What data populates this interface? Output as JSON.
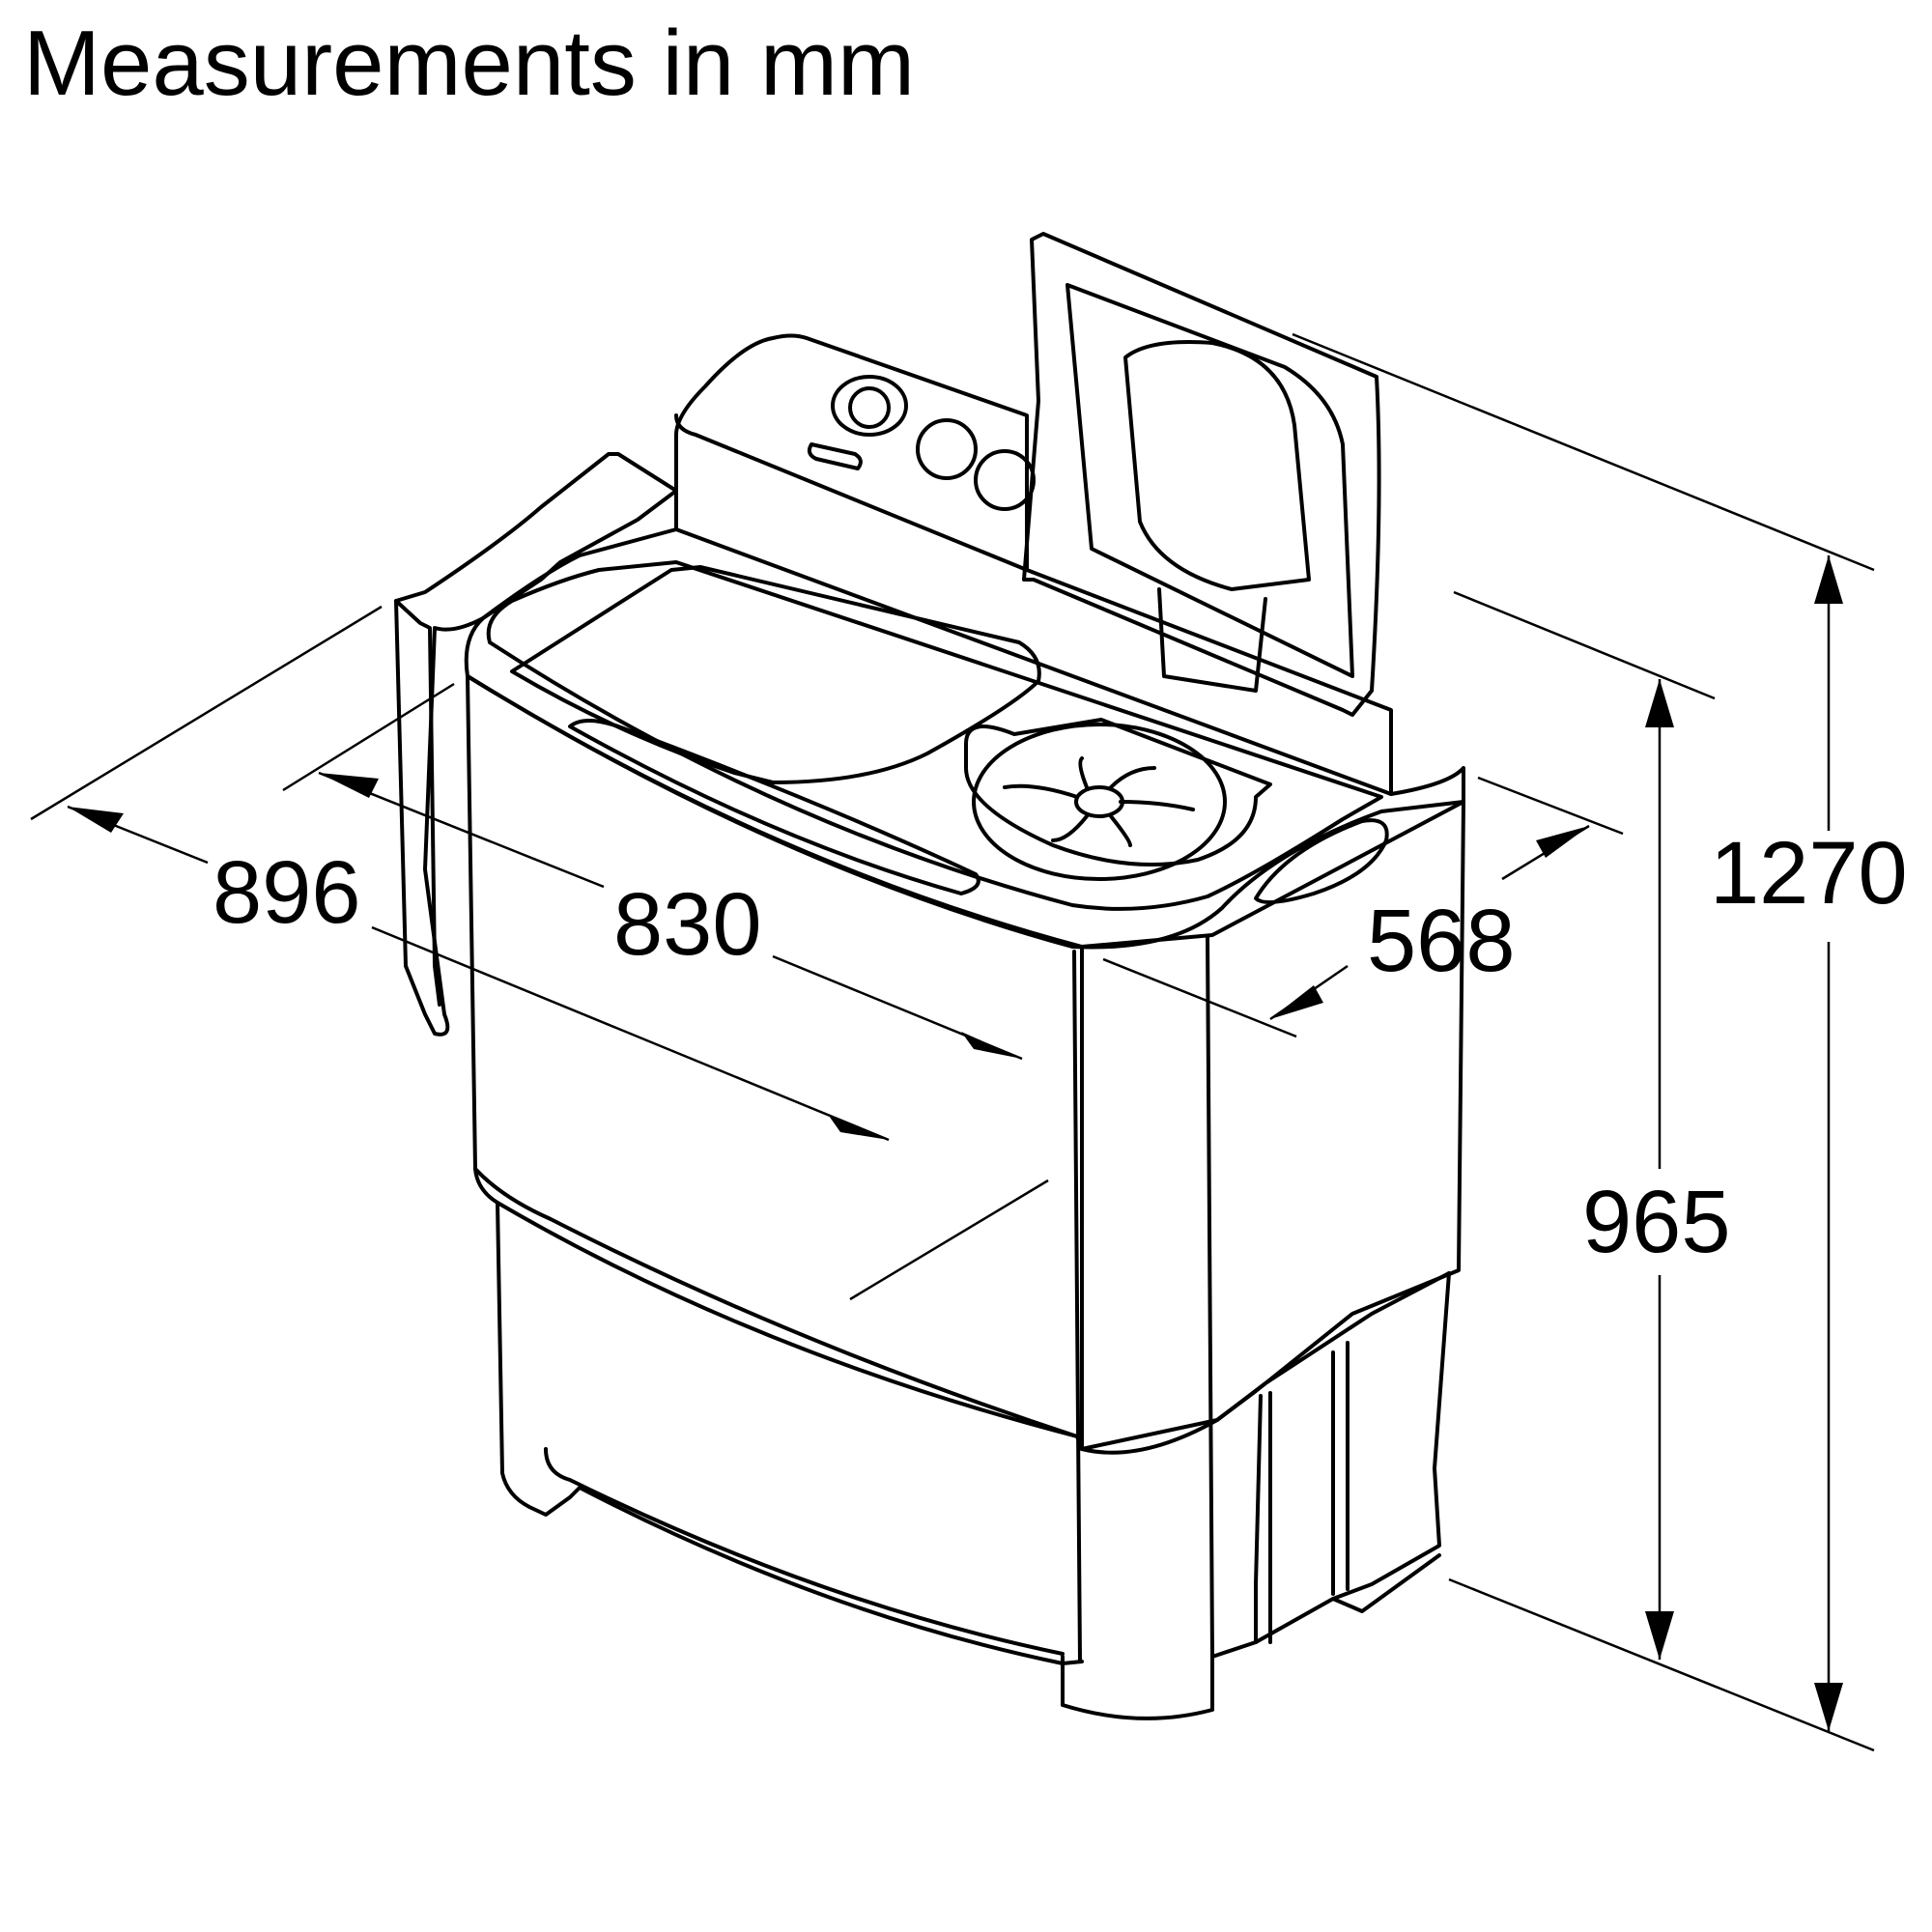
{
  "title": "Measurements in mm",
  "dimensions": {
    "total_depth": "896",
    "width": "830",
    "body_depth": "568",
    "height_lid_open": "1270",
    "height": "965"
  }
}
